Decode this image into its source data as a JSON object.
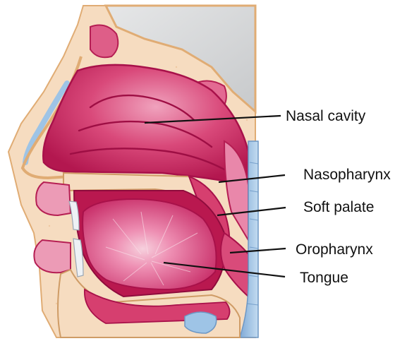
{
  "labels": [
    {
      "id": "nasal-cavity",
      "text": "Nasal cavity"
    },
    {
      "id": "nasopharynx",
      "text": "Nasopharynx"
    },
    {
      "id": "soft-palate",
      "text": "Soft palate"
    },
    {
      "id": "oropharynx",
      "text": "Oropharynx"
    },
    {
      "id": "tongue",
      "text": "Tongue"
    }
  ],
  "colors": {
    "background": "#ffffff",
    "skull_bone": "#f6dcc0",
    "bone_outline": "#e2b27c",
    "sinus_grey": "#cfd1d3",
    "mucosa_dark": "#b0154e",
    "mucosa": "#d63f6f",
    "mucosa_light": "#ec7da0",
    "tongue": "#e9679a",
    "tongue_highlight": "#f4c6d6",
    "spine_blue": "#9ec4e6",
    "tooth": "#eef1f5",
    "label_text": "#111111"
  }
}
